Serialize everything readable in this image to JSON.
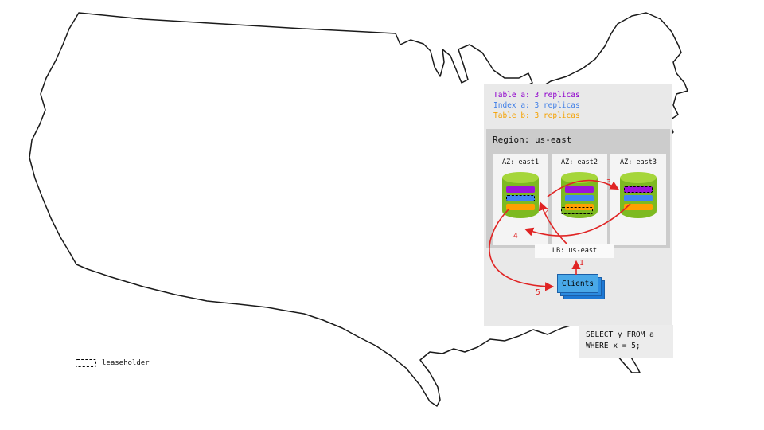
{
  "legend": {
    "table_a": "Table a: 3 replicas",
    "index_a": "Index a: 3 replicas",
    "table_b": "Table b: 3 replicas"
  },
  "region": {
    "title": "Region: us-east",
    "azs": [
      {
        "label": "AZ: east1"
      },
      {
        "label": "AZ: east2"
      },
      {
        "label": "AZ: east3"
      }
    ]
  },
  "load_balancer": {
    "label": "LB: us-east"
  },
  "clients": {
    "label": "Clients"
  },
  "sql_query": {
    "line1": "SELECT y FROM a",
    "line2": "WHERE x = 5;"
  },
  "flow": {
    "steps": [
      "1",
      "2",
      "3",
      "4",
      "5"
    ]
  },
  "key": {
    "leaseholder": "leaseholder"
  },
  "colors": {
    "table_a": "#9c13d8",
    "index_a": "#4285f4",
    "table_b": "#ffa000",
    "cylinder_body": "#7dba21",
    "cylinder_top": "#a5d63a",
    "arrow": "#e02424",
    "panel": "#e9e9e9",
    "region_box": "#cccccc"
  }
}
